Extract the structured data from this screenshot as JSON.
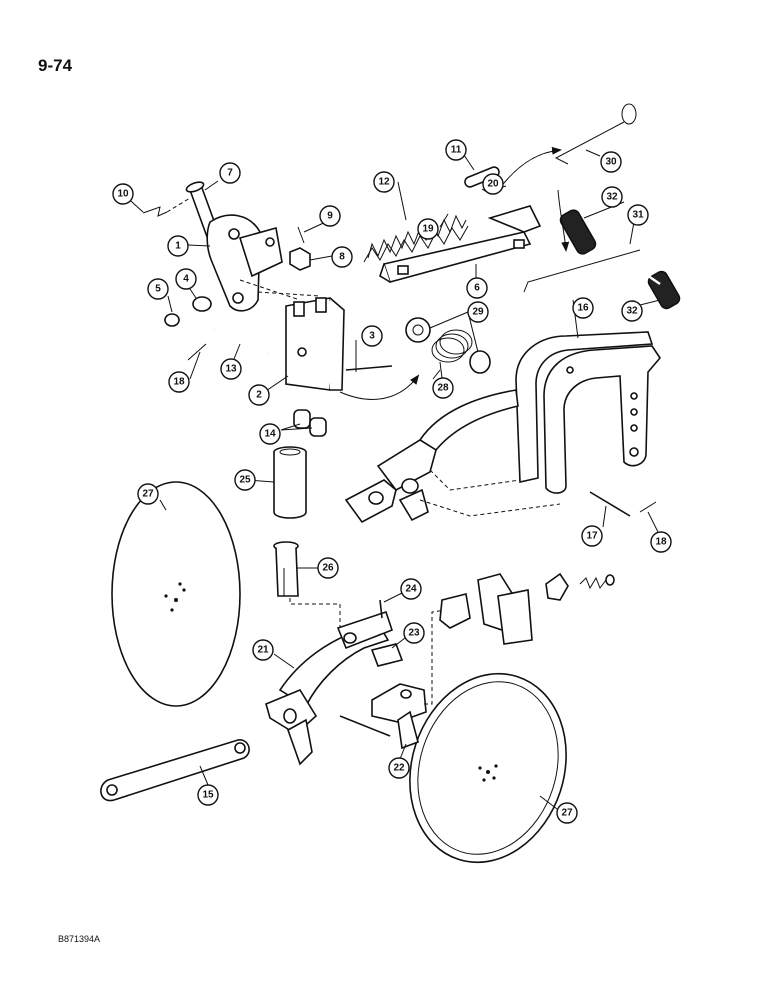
{
  "page_number": "9-74",
  "figure_id": "B871394A",
  "callouts": [
    "1",
    "2",
    "3",
    "4",
    "5",
    "6",
    "7",
    "8",
    "9",
    "10",
    "11",
    "12",
    "13",
    "14",
    "15",
    "16",
    "17",
    "18",
    "18",
    "19",
    "20",
    "21",
    "22",
    "23",
    "24",
    "25",
    "26",
    "27",
    "27",
    "28",
    "29",
    "30",
    "31",
    "32",
    "32"
  ]
}
